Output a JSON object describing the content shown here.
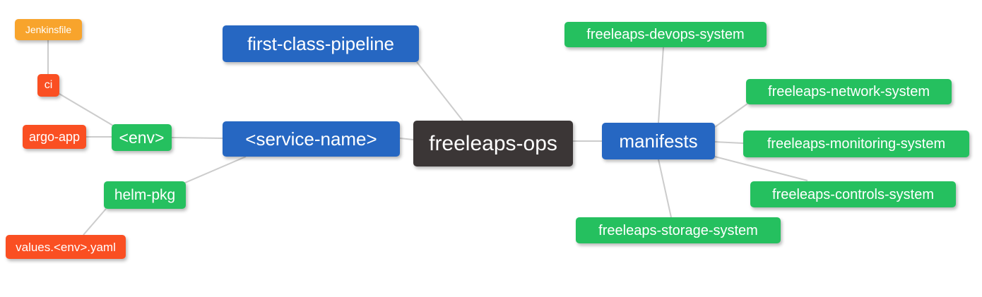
{
  "diagram": {
    "type": "mindmap",
    "root_label": "freeleaps-ops"
  },
  "colors": {
    "root_node": "#3b3636",
    "branch_node_blue": "#2667c2",
    "leaf_node_green": "#25c05f",
    "leaf_node_red": "#fa4f22",
    "leaf_node_orange": "#f8a42c",
    "edge_line": "#cccccc",
    "node_text": "#ffffff",
    "background": "#ffffff"
  },
  "nodes": {
    "root": {
      "label": "freeleaps-ops"
    },
    "first_class_pipeline": {
      "label": "first-class-pipeline"
    },
    "service_name": {
      "label": "<service-name>"
    },
    "env": {
      "label": "<env>"
    },
    "ci": {
      "label": "ci"
    },
    "jenkinsfile": {
      "label": "Jenkinsfile"
    },
    "argo_app": {
      "label": "argo-app"
    },
    "helm_pkg": {
      "label": "helm-pkg"
    },
    "values_env_yaml": {
      "label": "values.<env>.yaml"
    },
    "manifests": {
      "label": "manifests"
    },
    "devops_system": {
      "label": "freeleaps-devops-system"
    },
    "network_system": {
      "label": "freeleaps-network-system"
    },
    "monitoring_system": {
      "label": "freeleaps-monitoring-system"
    },
    "controls_system": {
      "label": "freeleaps-controls-system"
    },
    "storage_system": {
      "label": "freeleaps-storage-system"
    }
  },
  "edges": [
    {
      "from": "jenkinsfile",
      "to": "ci"
    },
    {
      "from": "ci",
      "to": "env"
    },
    {
      "from": "argo_app",
      "to": "env"
    },
    {
      "from": "env",
      "to": "service_name"
    },
    {
      "from": "helm_pkg",
      "to": "service_name"
    },
    {
      "from": "values_env_yaml",
      "to": "helm_pkg"
    },
    {
      "from": "first_class_pipeline",
      "to": "root"
    },
    {
      "from": "service_name",
      "to": "root"
    },
    {
      "from": "root",
      "to": "manifests"
    },
    {
      "from": "manifests",
      "to": "devops_system"
    },
    {
      "from": "manifests",
      "to": "network_system"
    },
    {
      "from": "manifests",
      "to": "monitoring_system"
    },
    {
      "from": "manifests",
      "to": "controls_system"
    },
    {
      "from": "manifests",
      "to": "storage_system"
    }
  ]
}
